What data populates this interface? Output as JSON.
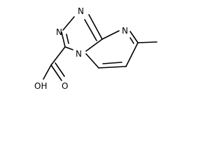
{
  "molecule": {
    "atoms": {
      "n1": "N",
      "n2": "N",
      "n3": "N",
      "n4": "N",
      "oh": "OH",
      "o": "O"
    }
  }
}
